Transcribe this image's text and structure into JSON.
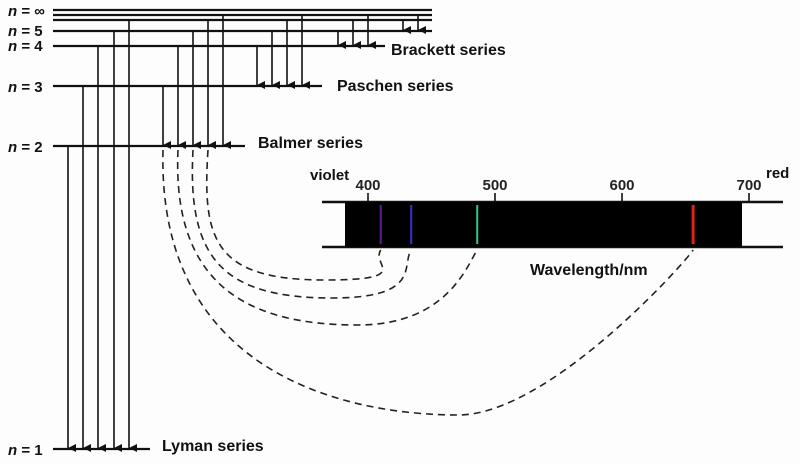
{
  "title": "Hydrogen atom energy levels and emission series",
  "levels": [
    {
      "n": "∞",
      "label": "n = ∞"
    },
    {
      "n": "5",
      "label": "n = 5"
    },
    {
      "n": "4",
      "label": "n = 4"
    },
    {
      "n": "3",
      "label": "n = 3"
    },
    {
      "n": "2",
      "label": "n = 2"
    },
    {
      "n": "1",
      "label": "n = 1"
    }
  ],
  "series": [
    {
      "name": "Lyman series",
      "final_level": 1,
      "transitions": 5
    },
    {
      "name": "Balmer series",
      "final_level": 2,
      "transitions": 5
    },
    {
      "name": "Paschen series",
      "final_level": 3,
      "transitions": 4
    },
    {
      "name": "Brackett series",
      "final_level": 4,
      "transitions": 3
    }
  ],
  "spectrum": {
    "axis_label": "Wavelength/nm",
    "left_label": "violet",
    "right_label": "red",
    "ticks": [
      "400",
      "500",
      "600",
      "700"
    ],
    "tick_values": [
      400,
      500,
      600,
      700
    ],
    "lines": [
      {
        "wavelength_nm": 410,
        "color": "#5a1f8a"
      },
      {
        "wavelength_nm": 434,
        "color": "#3a2fd0"
      },
      {
        "wavelength_nm": 486,
        "color": "#2ecc8a"
      },
      {
        "wavelength_nm": 656,
        "color": "#d8241c"
      }
    ]
  }
}
